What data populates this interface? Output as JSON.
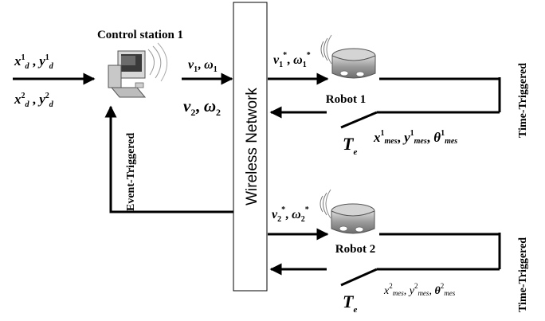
{
  "diagram": {
    "network_label": "Wireless Network",
    "control_station": {
      "title": "Control station 1",
      "icon": "computer-icon"
    },
    "inputs": {
      "desired1": {
        "x": "x",
        "y": "y",
        "sup": "1",
        "sub": "d"
      },
      "desired2": {
        "x": "x",
        "y": "y",
        "sup": "2",
        "sub": "d"
      }
    },
    "commands_station": {
      "v1": "v",
      "w1": "ω",
      "i1": "1",
      "v2": "v",
      "w2": "ω",
      "i2": "2"
    },
    "robot1": {
      "label": "Robot 1",
      "cmd_v": "v",
      "cmd_w": "ω",
      "idx": "1",
      "star": "*",
      "feedback": {
        "x": "x",
        "y": "y",
        "theta": "θ",
        "sup": "1",
        "sub": "mes"
      },
      "trigger": "Time-Triggered",
      "period": {
        "T": "T",
        "sub": "e"
      },
      "icon": "robot-icon"
    },
    "robot2": {
      "label": "Robot 2",
      "cmd_v": "v",
      "cmd_w": "ω",
      "idx": "2",
      "star": "*",
      "feedback": {
        "x": "x",
        "y": "y",
        "theta": "θ",
        "sup": "2",
        "sub": "mes"
      },
      "trigger": "Time-Triggered",
      "period": {
        "T": "T",
        "sub": "e"
      },
      "icon": "robot-icon"
    },
    "event_trigger": "Event-Triggered",
    "colors": {
      "line": "#000000",
      "network_box": "#ffffff",
      "robot": "#9a9a9a"
    }
  }
}
